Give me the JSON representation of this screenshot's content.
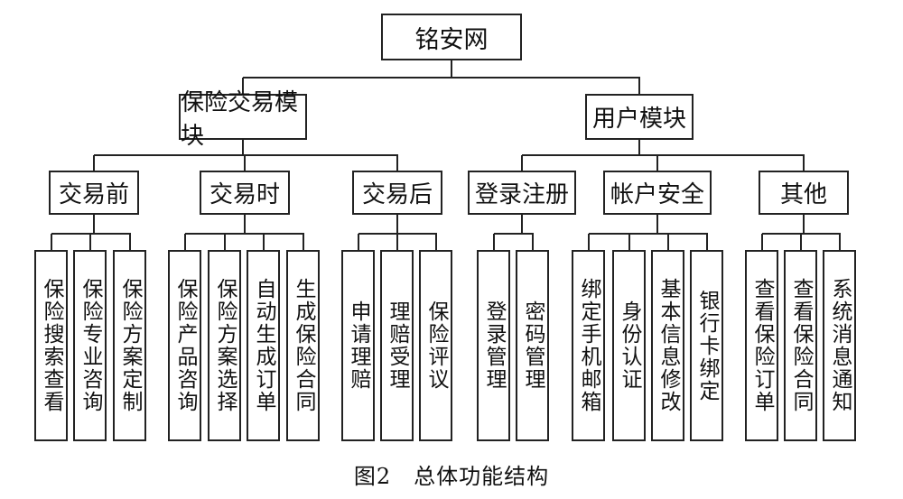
{
  "diagram": {
    "root": "铭安网",
    "modules": [
      {
        "label": "保险交易模块",
        "groups": [
          {
            "label": "交易前",
            "items": [
              "保险搜索查看",
              "保险专业咨询",
              "保险方案定制"
            ]
          },
          {
            "label": "交易时",
            "items": [
              "保险产品咨询",
              "保险方案选择",
              "自动生成订单",
              "生成保险合同"
            ]
          },
          {
            "label": "交易后",
            "items": [
              "申请理赔",
              "理赔受理",
              "保险评议"
            ]
          }
        ]
      },
      {
        "label": "用户模块",
        "groups": [
          {
            "label": "登录注册",
            "items": [
              "登录管理",
              "密码管理"
            ]
          },
          {
            "label": "帐户安全",
            "items": [
              "绑定手机邮箱",
              "身份认证",
              "基本信息修改",
              "银行卡绑定"
            ]
          },
          {
            "label": "其他",
            "items": [
              "查看保险订单",
              "查看保险合同",
              "系统消息通知"
            ]
          }
        ]
      }
    ]
  },
  "caption": "图2　总体功能结构"
}
